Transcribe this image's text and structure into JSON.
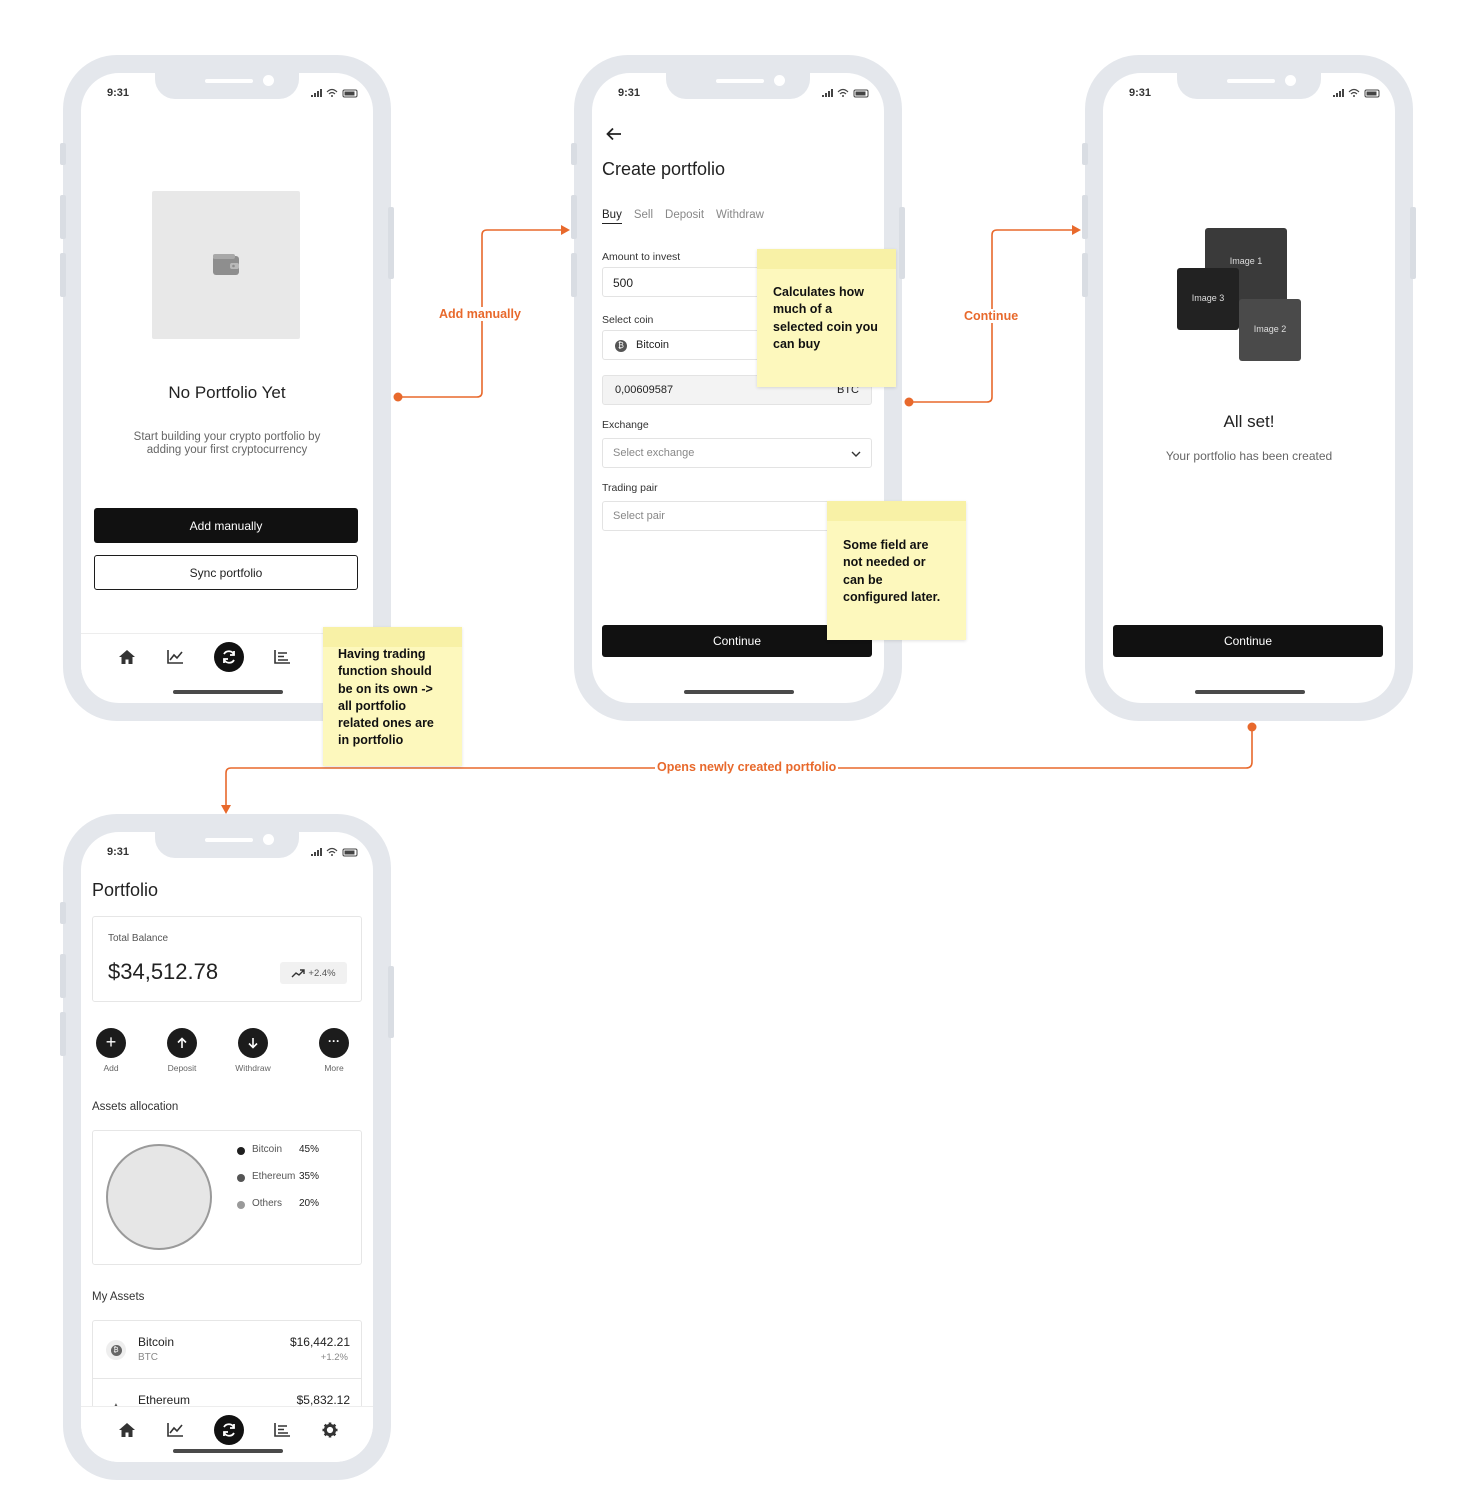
{
  "colors": {
    "accent": "#e8692c",
    "sticky": "#fdf8bd",
    "dark": "#111111",
    "frame": "#e4e7ec"
  },
  "status": {
    "time": "9:31"
  },
  "screen1": {
    "title": "No Portfolio Yet",
    "subtitle": "Start building your crypto portfolio by adding your first cryptocurrency",
    "primary_button": "Add manually",
    "secondary_button": "Sync portfolio",
    "placeholder_icon": "wallet-icon"
  },
  "screen2": {
    "title": "Create portfolio",
    "tabs": [
      "Buy",
      "Sell",
      "Deposit",
      "Withdraw"
    ],
    "amount_label": "Amount to invest",
    "amount_value": "500",
    "coin_label": "Select coin",
    "coin_value": "Bitcoin",
    "converted_value": "0,00609587",
    "converted_unit": "BTC",
    "exchange_label": "Exchange",
    "exchange_placeholder": "Select exchange",
    "pair_label": "Trading pair",
    "pair_placeholder": "Select pair",
    "continue_button": "Continue"
  },
  "screen3": {
    "images": [
      "Image 1",
      "Image 3",
      "Image 2"
    ],
    "title": "All set!",
    "subtitle": "Your portfolio has been created",
    "continue_button": "Continue"
  },
  "screen4": {
    "title": "Portfolio",
    "balance_label": "Total Balance",
    "balance_value": "$34,512.78",
    "balance_change": "+2.4%",
    "actions": [
      "Add",
      "Deposit",
      "Withdraw",
      "More"
    ],
    "allocation_title": "Assets allocation",
    "allocation": [
      {
        "name": "Bitcoin",
        "pct": "45%",
        "color": "#1f1f1f"
      },
      {
        "name": "Ethereum",
        "pct": "35%",
        "color": "#555555"
      },
      {
        "name": "Others",
        "pct": "20%",
        "color": "#9a9a9a"
      }
    ],
    "assets_title": "My Assets",
    "assets": [
      {
        "name": "Bitcoin",
        "symbol": "BTC",
        "value": "$16,442.21",
        "change": "+1.2%"
      },
      {
        "name": "Ethereum",
        "symbol": "",
        "value": "$5,832.12",
        "change": ""
      }
    ]
  },
  "notes": {
    "note1": "Calculates how much of a selected coin you can buy",
    "note2": "Some field are not needed or can be configured later.",
    "note3": "Having trading function should be on its own -> all portfolio related ones are in portfolio"
  },
  "flows": {
    "add_manually": "Add manually",
    "continue": "Continue",
    "opens": "Opens newly created portfolio"
  }
}
